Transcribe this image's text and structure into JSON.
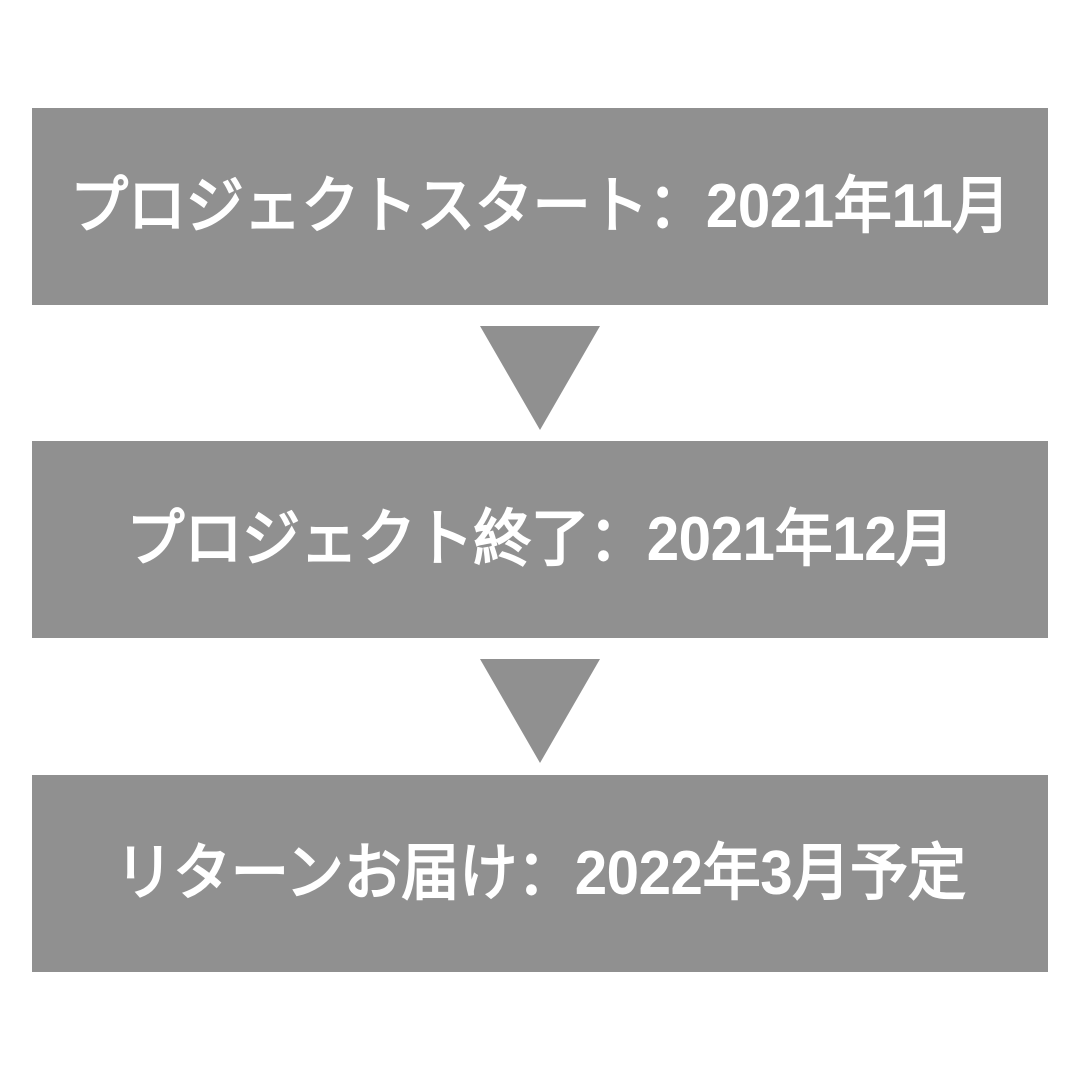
{
  "page": {
    "background_color": "#ffffff",
    "box_color": "#909090",
    "text_color": "#ffffff",
    "arrow_color": "#909090"
  },
  "timeline": {
    "steps": [
      {
        "label": "プロジェクトスタート：2021年11月"
      },
      {
        "label": "プロジェクト終了：2021年12月"
      },
      {
        "label": "リターンお届け：2022年3月予定"
      }
    ],
    "connectors": [
      {
        "icon": "triangle-down-icon"
      },
      {
        "icon": "triangle-down-icon"
      }
    ]
  }
}
